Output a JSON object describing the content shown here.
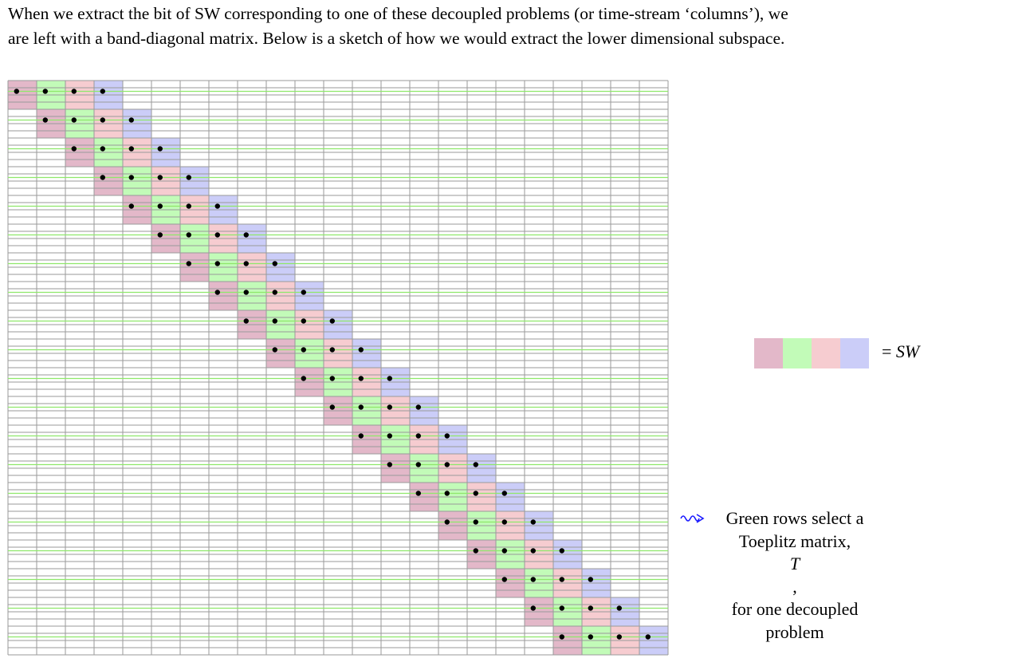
{
  "intro": {
    "line1": "When we extract the bit of SW corresponding to one of these decoupled problems (or time-stream ‘columns’), we",
    "line2": "are left with a band-diagonal matrix. Below is a sketch of how we would extract the lower dimensional subspace."
  },
  "matrix": {
    "columns": 23,
    "block_rows": 20,
    "band_width": 4,
    "band_colors": [
      "#e3b8c9",
      "#c2fbb8",
      "#f6ccd0",
      "#cbcdf8"
    ],
    "grid_color": "#9a9a9a",
    "row_line_color": "#8ee86a",
    "dot_color": "#000000"
  },
  "legend": {
    "equals": "=",
    "symbol": "SW"
  },
  "note": {
    "arrow_icon": "squiggly-right-arrow-icon",
    "arrow_color": "#1a1aff",
    "line1": "Green rows select a",
    "line2_prefix": "Toeplitz matrix, ",
    "line2_symbol": "T",
    "line2_suffix": ",",
    "line3": "for one decoupled",
    "line4": "problem"
  }
}
